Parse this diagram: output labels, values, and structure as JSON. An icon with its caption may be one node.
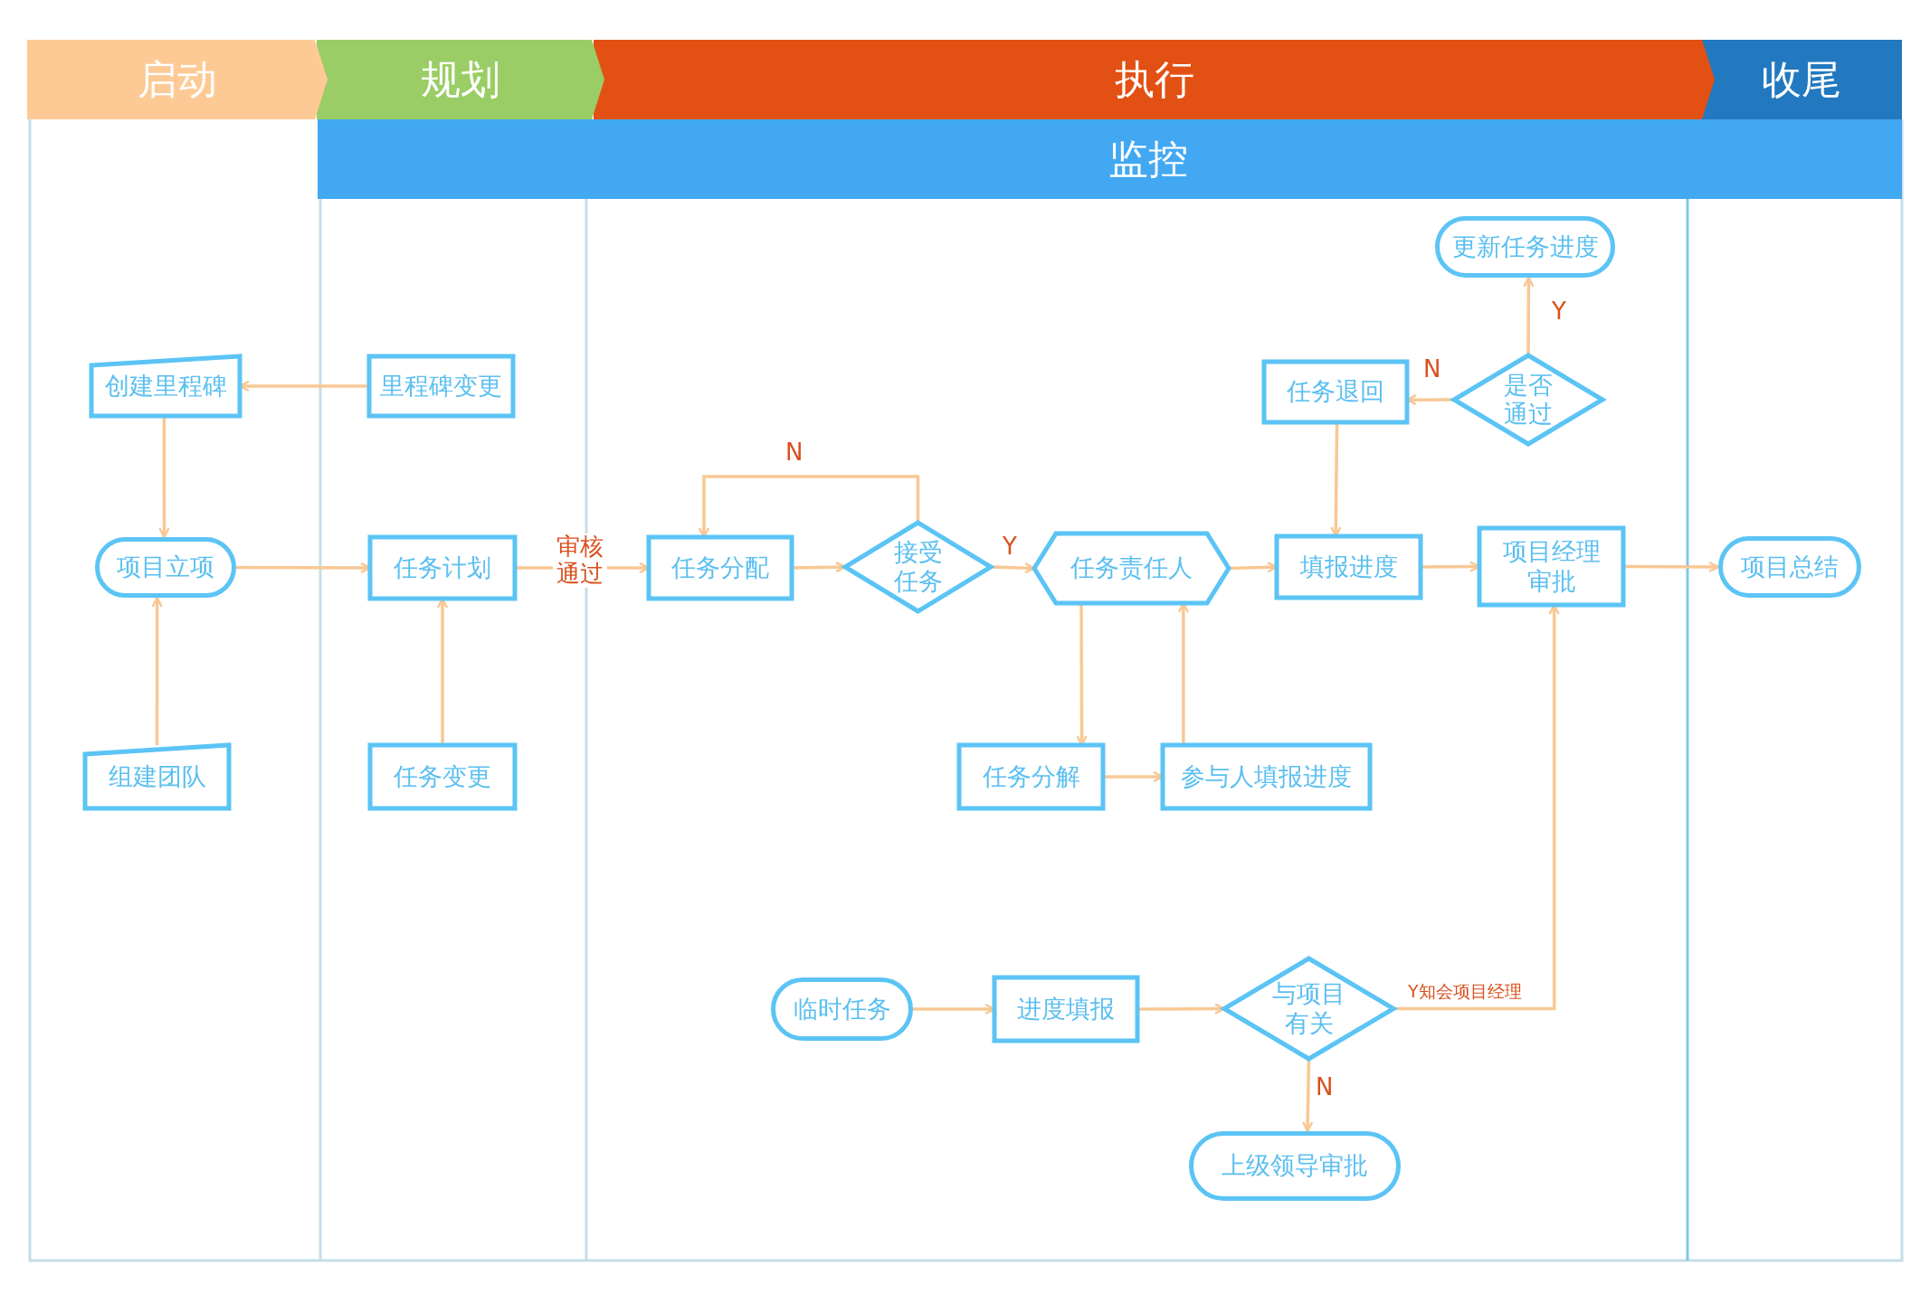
{
  "diagram": {
    "nodes": [
      {
        "text": [
          "启动"
        ]
      },
      {
        "text": [
          "规划"
        ]
      },
      {
        "text": [
          "执行"
        ]
      },
      {
        "text": [
          "收尾"
        ]
      },
      {
        "text": [
          "监控"
        ]
      },
      {
        "text": [
          "创建里程碑"
        ]
      },
      {
        "text": [
          "里程碑变更"
        ]
      },
      {
        "text": [
          "项目立项"
        ]
      },
      {
        "text": [
          "任务计划"
        ]
      },
      {
        "text": [
          "任务分配"
        ]
      },
      {
        "text": [
          "接受任务"
        ]
      },
      {
        "text": [
          "任务责任人"
        ]
      },
      {
        "text": [
          "填报进度"
        ]
      },
      {
        "text": [
          "项目经理审批"
        ]
      },
      {
        "text": [
          "项目总结"
        ]
      },
      {
        "text": [
          "更新任务进度"
        ]
      },
      {
        "text": [
          "任务退回"
        ]
      },
      {
        "text": [
          "是否通过"
        ]
      },
      {
        "text": [
          "组建团队"
        ]
      },
      {
        "text": [
          "任务变更"
        ]
      },
      {
        "text": [
          "任务分解"
        ]
      },
      {
        "text": [
          "参与人填报进度"
        ]
      },
      {
        "text": [
          "临时任务"
        ]
      },
      {
        "text": [
          "进度填报"
        ]
      },
      {
        "text": [
          "与项目有关"
        ]
      },
      {
        "text": [
          "上级领导审批"
        ]
      }
    ],
    "edges": [
      {
        "from": 6,
        "to": 5,
        "arrow": "to"
      },
      {
        "from": 5,
        "to": 7,
        "arrow": "to"
      },
      {
        "from": 18,
        "to": 7,
        "arrow": "to"
      },
      {
        "from": 7,
        "to": 8,
        "arrow": "to"
      },
      {
        "from": 8,
        "to": 9,
        "arrow": "to",
        "label": "审核通过"
      },
      {
        "from": 9,
        "to": 10,
        "arrow": "to"
      },
      {
        "from": 10,
        "to": 9,
        "arrow": "to",
        "label": "N"
      },
      {
        "from": 10,
        "to": 11,
        "arrow": "to",
        "label": "Y"
      },
      {
        "from": 11,
        "to": 12,
        "arrow": "to"
      },
      {
        "from": 11,
        "to": 20,
        "arrow": "to"
      },
      {
        "from": 20,
        "to": 21,
        "arrow": "to"
      },
      {
        "from": 21,
        "to": 11,
        "arrow": "to"
      },
      {
        "from": 16,
        "to": 12,
        "arrow": "to"
      },
      {
        "from": 17,
        "to": 16,
        "arrow": "to",
        "label": "N"
      },
      {
        "from": 17,
        "to": 15,
        "arrow": "to",
        "label": "Y"
      },
      {
        "from": 12,
        "to": 13,
        "arrow": "to"
      },
      {
        "from": 13,
        "to": 14,
        "arrow": "to"
      },
      {
        "from": 22,
        "to": 23,
        "arrow": "to"
      },
      {
        "from": 23,
        "to": 24,
        "arrow": "to"
      },
      {
        "from": 24,
        "to": 13,
        "arrow": "to",
        "label": "Y知会项目经理"
      },
      {
        "from": 24,
        "to": 25,
        "arrow": "to",
        "label": "N"
      },
      {
        "from": 19,
        "to": 8,
        "arrow": "to"
      }
    ]
  }
}
